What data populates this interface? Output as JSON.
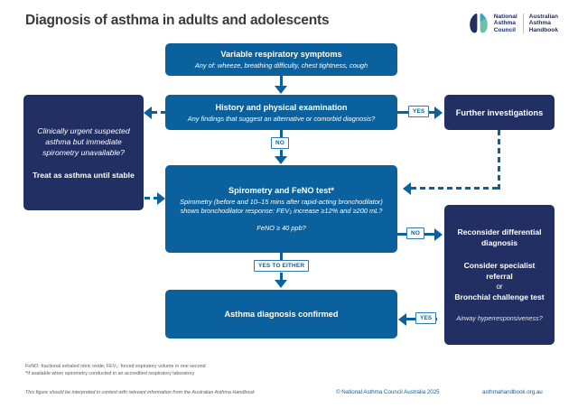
{
  "header": {
    "title": "Diagnosis of asthma in adults and adolescents",
    "logo": {
      "left_line1": "National",
      "left_line2": "Asthma",
      "left_line3": "Council",
      "right_line1": "Australian",
      "right_line2": "Asthma",
      "right_line3": "Handbook"
    }
  },
  "colors": {
    "blue": "#0b619d",
    "navy": "#222f63",
    "chip_border": "#2f7bb0",
    "footnote": "#5a5a5a"
  },
  "nodes": {
    "symptoms": {
      "title": "Variable respiratory symptoms",
      "subtitle": "Any of: wheeze, breathing difficulty, chest tightness, cough"
    },
    "history": {
      "title": "History and physical examination",
      "subtitle": "Any findings that suggest an alternative or comorbid diagnosis?"
    },
    "spirometry": {
      "title": "Spirometry and FeNO test*",
      "line1": "Spirometry (before and 10–15 mins after rapid-acting bronchodilator)",
      "line2_a": "shows bronchodilator response: FEV",
      "line2_sub": "1",
      "line2_b": " increase ≥12% and ≥200 mL?",
      "line3": "FeNO ≥ 40 ppb?"
    },
    "confirmed": {
      "title": "Asthma diagnosis confirmed"
    },
    "urgent": {
      "question": "Clinically urgent suspected asthma but immediate spirometry unavailable?",
      "action": "Treat as asthma until stable"
    },
    "further": {
      "title": "Further investigations"
    },
    "reconsider": {
      "line1": "Reconsider differential diagnosis",
      "line2": "Consider specialist referral",
      "or": "or",
      "line3": "Bronchial challenge test",
      "line4": "Airway hyperresponsiveness?"
    }
  },
  "edges": {
    "history_yes": "YES",
    "history_no": "NO",
    "spiro_no": "NO",
    "spiro_yes_either": "YES TO EITHER",
    "reconsider_yes": "YES"
  },
  "footnotes": {
    "line1_a": "FeNO: fractional exhaled nitric oxide; FEV",
    "line1_sub": "1",
    "line1_b": ": forced expiratory volume in one second",
    "line2": "*If available when spirometry conducted in an accredited respiratory laboratory",
    "line3": "This figure should be interpreted in context with relevant information from the Australian Asthma Handbook"
  },
  "footer": {
    "copyright": "© National Asthma Council Australia 2025",
    "website": "asthmahandbook.org.au"
  }
}
